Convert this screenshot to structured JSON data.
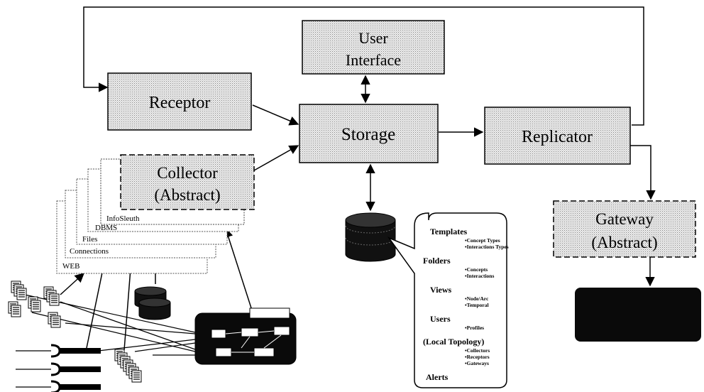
{
  "boxes": {
    "user_interface": [
      "User",
      "Interface"
    ],
    "receptor": "Receptor",
    "storage": "Storage",
    "replicator": "Replicator",
    "collector": [
      "Collector",
      "(Abstract)"
    ],
    "gateway": [
      "Gateway",
      "(Abstract)"
    ]
  },
  "collector_stack": [
    "InfoSleuth",
    "DBMS",
    "Files",
    "Connections",
    "WEB"
  ],
  "callout": {
    "sections": [
      {
        "title": "Templates",
        "items": [
          "•Concept Types",
          "•Interactions Types"
        ]
      },
      {
        "title": "Folders",
        "items": [
          "•Concepts",
          "•Interactions"
        ]
      },
      {
        "title": "Views",
        "items": [
          "•Node/Arc",
          "•Temporal"
        ]
      },
      {
        "title": "Users",
        "items": [
          "•Profiles"
        ]
      },
      {
        "title": "(Local Topology)",
        "items": [
          "•Collectors",
          "•Receptors",
          "•Gateways"
        ]
      },
      {
        "title": "Alerts",
        "items": []
      }
    ]
  },
  "colors": {
    "box_fill": "#e4e4e4",
    "stroke": "#000000",
    "dark": "#0a0a0a"
  },
  "icons": [
    "database-cylinder-icon",
    "document-stack-icon",
    "cable-plug-icon",
    "network-panel-icon",
    "black-output-box-icon"
  ]
}
